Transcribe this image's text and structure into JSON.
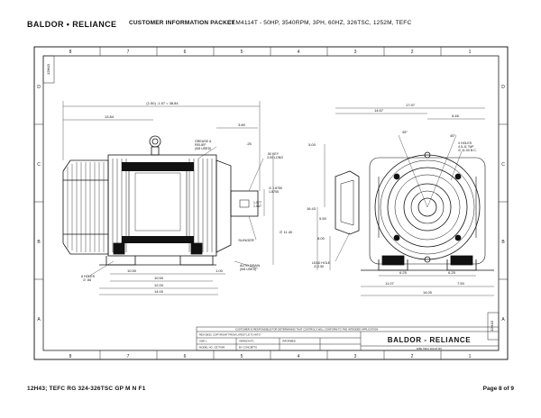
{
  "header": {
    "logo": "BALDOR • RELIANCE",
    "packet_title": "CUSTOMER INFORMATION PACKET",
    "model_line": "CEM4114T - 50HP, 3540RPM, 3PH, 60HZ, 326TSC, 1252M, TEFC"
  },
  "footer": {
    "doc_id": "12H43; TEFC RG 324-326TSC GP M N F1",
    "page": "Page 8 of 9"
  },
  "drawing": {
    "col_labels": [
      "8",
      "7",
      "6",
      "5",
      "4",
      "3",
      "2",
      "1"
    ],
    "row_labels": [
      "D",
      "C",
      "B",
      "A"
    ],
    "side_id": "12H43",
    "dims": {
      "overall": "(1.50) -1.57 = 38.84",
      "d1384": "13.84",
      "d380": "3.80",
      "d25": ".25",
      "d1467": "14.67",
      "d1797": "17.97",
      "d646": "6.46",
      "d500": "5.00",
      "d45a": "45°",
      "d45b": "45°",
      "holes": "4 HOLES\n4.5-11 TAP\n∅ 11.00 B.C.",
      "grease": "GREASE &\nRELIEF\n(5/8 USED)",
      "keyseat": ".50 KEY\n3.00 LONG",
      "shaft1": "∅ 1.8750\n1.8755",
      "shaft2": "1.577\n1.567",
      "slinger": "SLINGER",
      "d1440": "∅ 11.40",
      "d1643": "16.43",
      "d800": "8.00",
      "autodrain": "AUTO DRAIN\n(5/8 USED)",
      "holes8": "8 HOLES\n∅ .66",
      "d1050": "10.50",
      "d100": "1.00",
      "d1050b": "10.50",
      "d1200": "12.00",
      "d1400": "14.00",
      "d550": "5.50",
      "leadhole": "LEAD HOLE\n∅ 2.50",
      "d625a": "6.25",
      "d625b": "6.25",
      "d1107": "11.07",
      "d750": "7.50",
      "d1400b": "14.00"
    },
    "title_block": {
      "note": "CUSTOMER IS RESPONSIBLE FOR DETERMINING THAT CONTROLS WILL CONFORM TO THE INTENDED APPLICATION",
      "rev": "REV  DESC  COPYRIGHT FROM LATEST LE TO WTO",
      "row1a": "SIZE  L",
      "row1b": "VERSION  F1",
      "row2a": "MODEL NO.  CE77099",
      "row2b": "INFORMED",
      "row3": "BY  CONCEPTS",
      "brand": "BALDOR - RELIANCE",
      "subtitle": "326E TEFC DIA AT RC",
      "code": "12H43",
      "side": "SHEET 1"
    }
  }
}
